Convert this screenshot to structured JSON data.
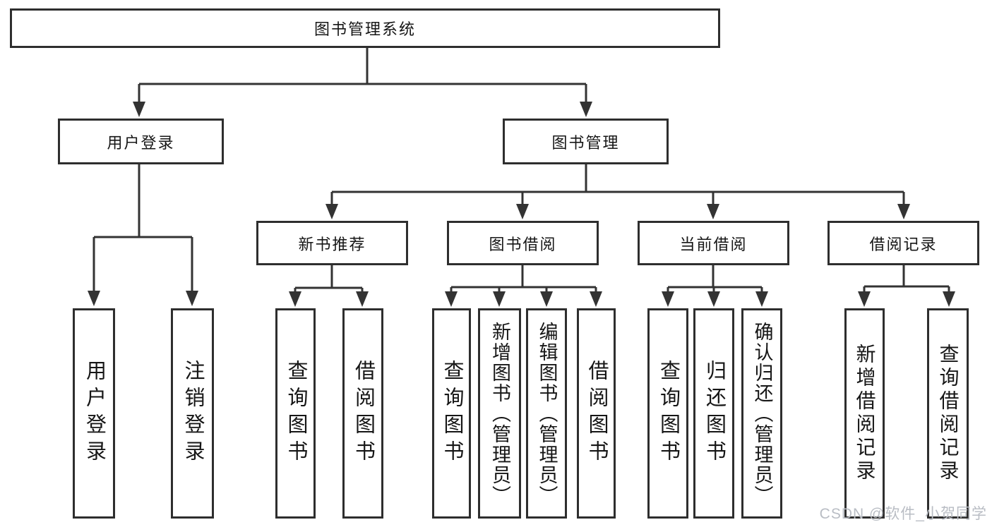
{
  "diagram": {
    "root": {
      "label": "图书管理系统"
    },
    "level2": [
      {
        "label": "用户登录"
      },
      {
        "label": "图书管理"
      }
    ],
    "level3": [
      {
        "label": "新书推荐"
      },
      {
        "label": "图书借阅"
      },
      {
        "label": "当前借阅"
      },
      {
        "label": "借阅记录"
      }
    ],
    "leaves": {
      "user_login": [
        {
          "label": "用户登录"
        },
        {
          "label": "注销登录"
        }
      ],
      "new_book": [
        {
          "label": "查询图书"
        },
        {
          "label": "借阅图书"
        }
      ],
      "book_borrow": [
        {
          "label": "查询图书"
        },
        {
          "label": "新增图书（管理员）"
        },
        {
          "label": "编辑图书（管理员）"
        },
        {
          "label": "借阅图书"
        }
      ],
      "current_borrow": [
        {
          "label": "查询图书"
        },
        {
          "label": "归还图书"
        },
        {
          "label": "确认归还（管理员）"
        }
      ],
      "borrow_records": [
        {
          "label": "新增借阅记录"
        },
        {
          "label": "查询借阅记录"
        }
      ]
    }
  },
  "watermark": {
    "text": "CSDN @软件_小贺同学"
  },
  "colors": {
    "line": "#333333",
    "box_border": "#2e2e2e",
    "text": "#161616",
    "watermark": "#b9bdc4",
    "background": "#ffffff"
  }
}
